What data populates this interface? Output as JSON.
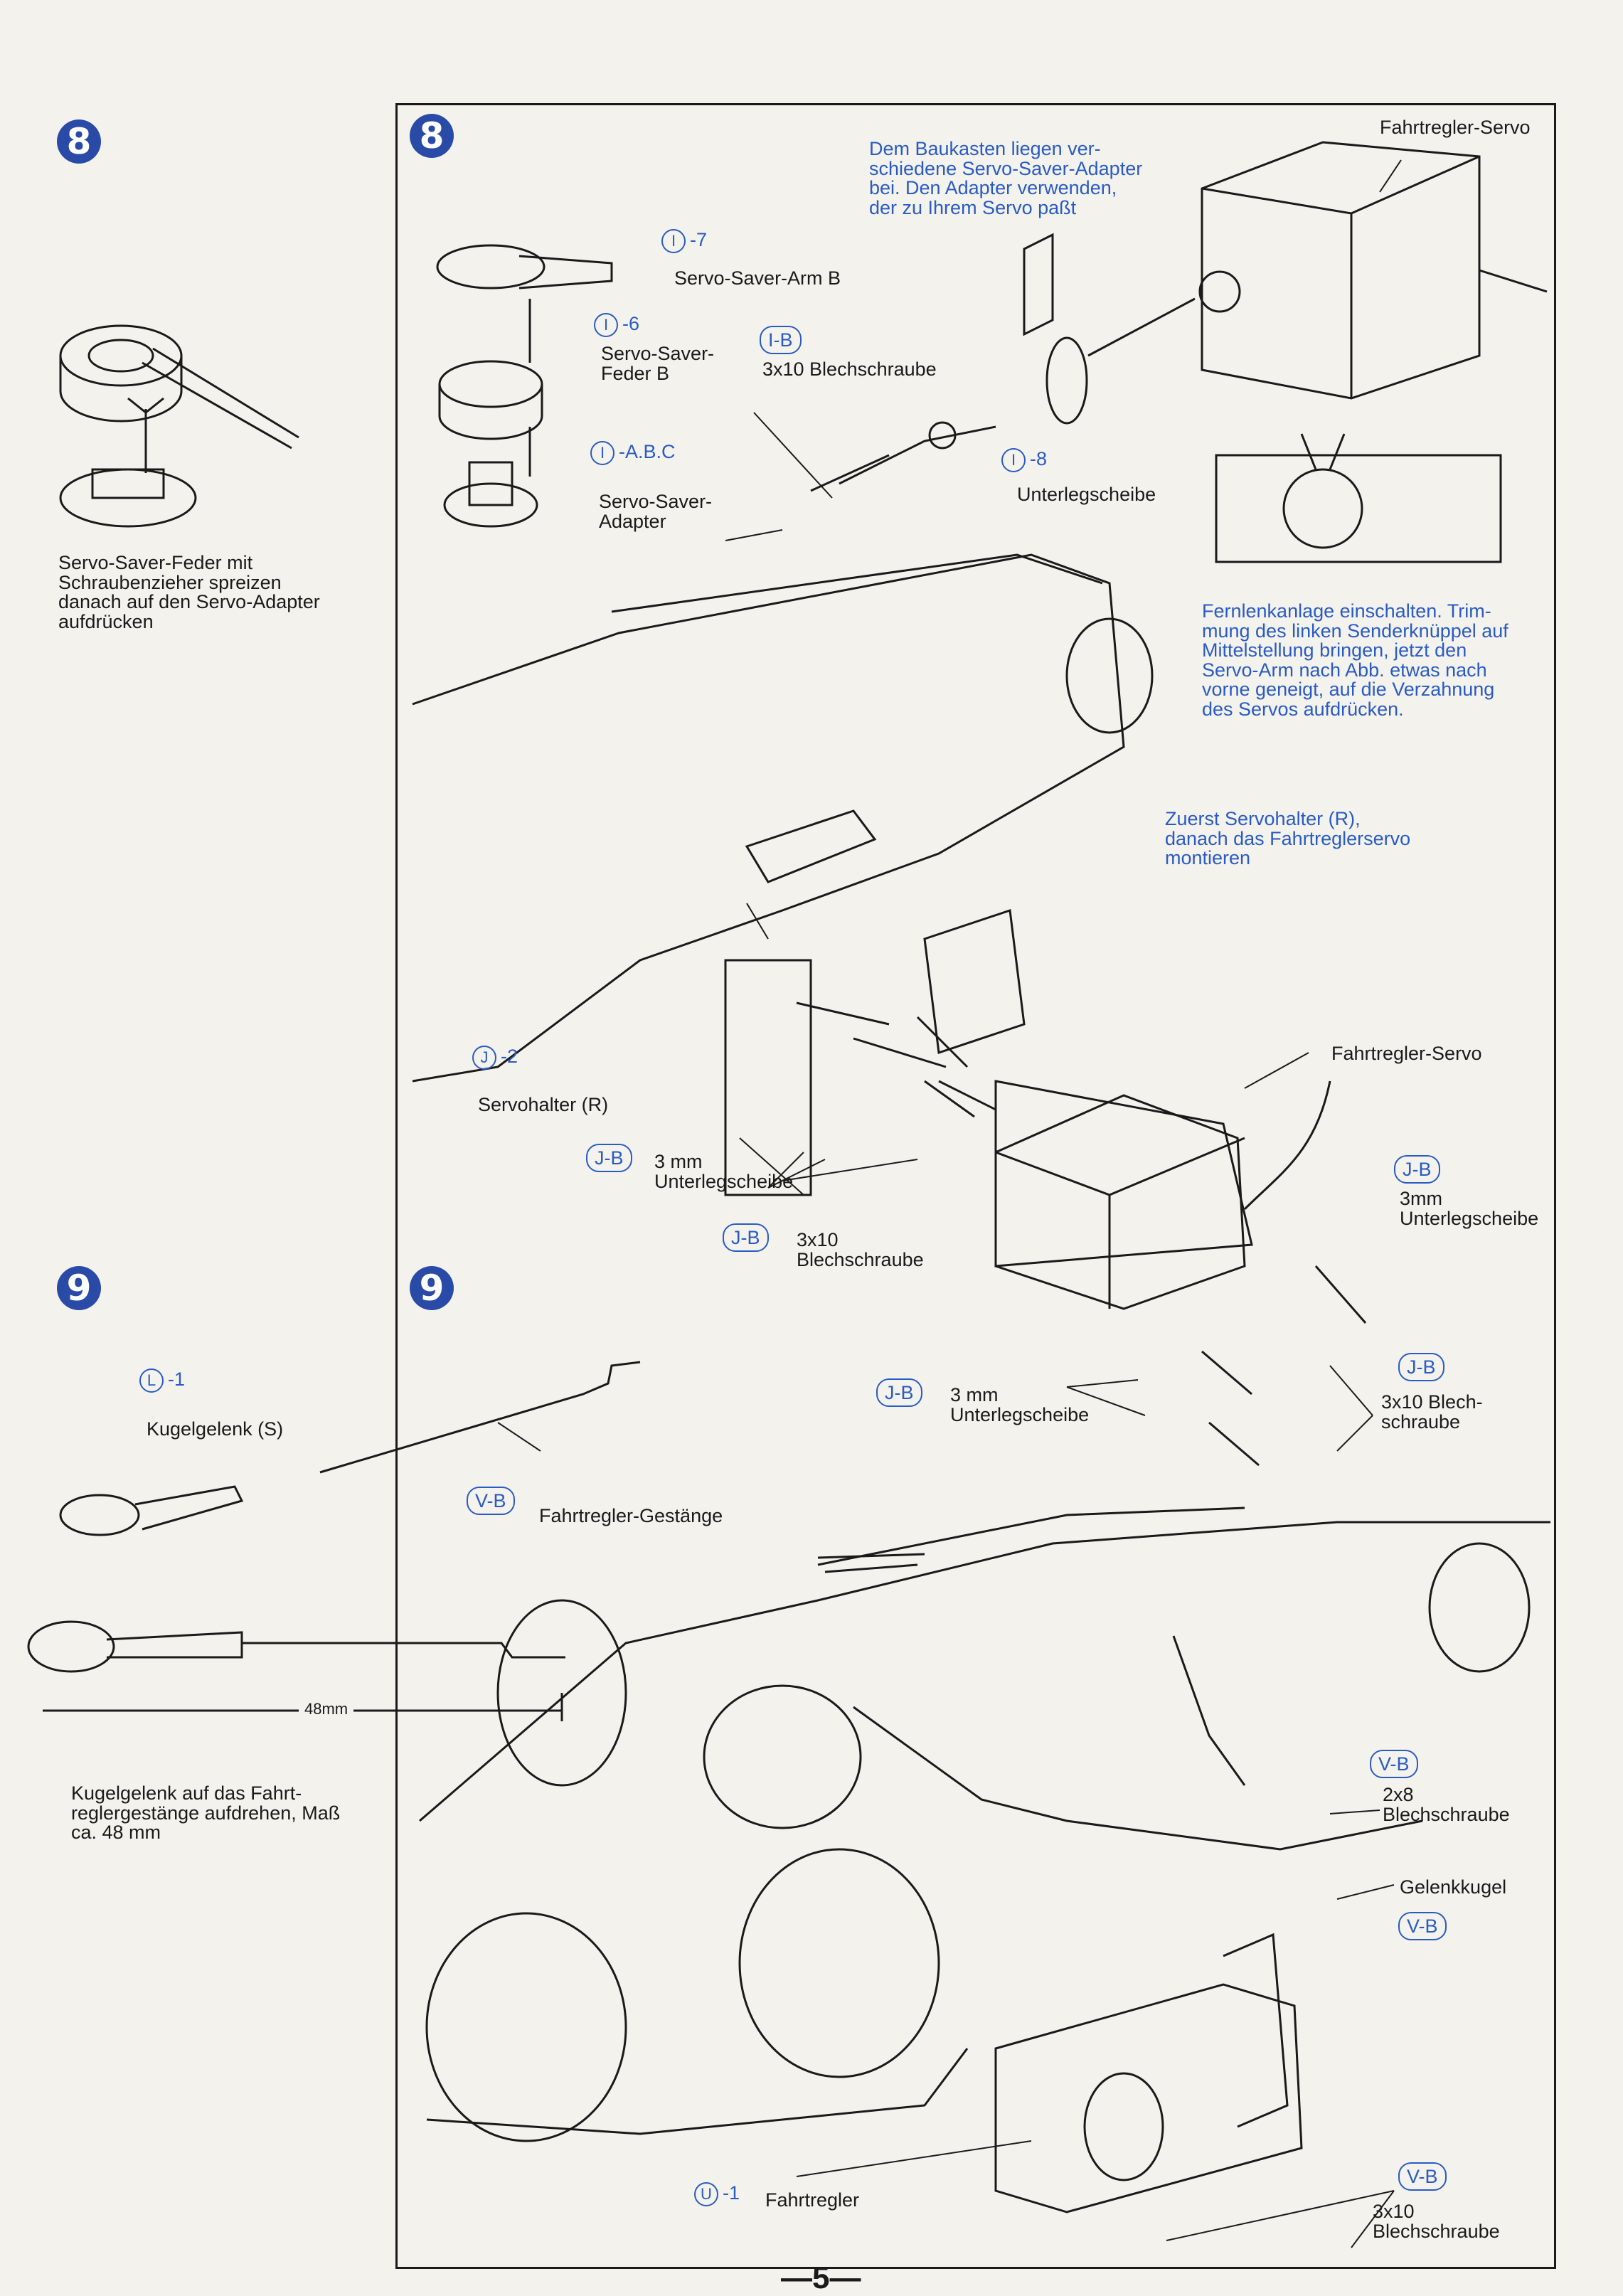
{
  "steps": {
    "step8": "8",
    "step9": "9"
  },
  "left8": {
    "caption": [
      "Servo-Saver-Feder mit",
      "Schraubenzieher spreizen",
      "danach auf den Servo-Adapter",
      "aufdrücken"
    ]
  },
  "main8": {
    "note_adapter": [
      "Dem Baukasten liegen ver-",
      "schiedene Servo-Saver-Adapter",
      "bei. Den Adapter verwenden,",
      "der zu Ihrem Servo paßt"
    ],
    "fahrtregler_servo_top": "Fahrtregler-Servo",
    "i7": {
      "code": "I",
      "num": "-7",
      "label": "Servo-Saver-Arm B"
    },
    "i6": {
      "code": "I",
      "num": "-6",
      "label": [
        "Servo-Saver-",
        "Feder B"
      ]
    },
    "iabc": {
      "code": "I",
      "num": "-A.B.C",
      "label": [
        "Servo-Saver-",
        "Adapter"
      ]
    },
    "ib": {
      "code": "I-B",
      "label": "3x10 Blechschraube"
    },
    "i8": {
      "code": "I",
      "num": "-8",
      "label": "Unterlegscheibe"
    },
    "note_trim": [
      "Fernlenkanlage einschalten. Trim-",
      "mung des linken Senderknüppel auf",
      "Mittelstellung bringen, jetzt den",
      "Servo-Arm nach Abb. etwas nach",
      "vorne geneigt, auf die Verzahnung",
      "des Servos aufdrücken."
    ],
    "note_holder": [
      "Zuerst Servohalter (R),",
      "danach das Fahrtreglerservo",
      "montieren"
    ],
    "j2": {
      "code": "J",
      "num": "-2",
      "label": "Servohalter (R)"
    },
    "fahrtregler_servo_mid": "Fahrtregler-Servo",
    "jb1": {
      "code": "J-B",
      "label": [
        "3 mm",
        "Unterlegscheibe"
      ]
    },
    "jb2": {
      "code": "J-B",
      "label": [
        "3x10",
        "Blechschraube"
      ]
    },
    "jb3": {
      "code": "J-B",
      "label": [
        "3mm",
        "Unterlegscheibe"
      ]
    },
    "jb4": {
      "code": "J-B",
      "label": [
        "3 mm",
        "Unterlegscheibe"
      ]
    },
    "jb5": {
      "code": "J-B",
      "label": [
        "3x10 Blech-",
        "schraube"
      ]
    }
  },
  "left9": {
    "l1": {
      "code": "L",
      "num": "-1"
    },
    "kugelgelenk": "Kugelgelenk (S)",
    "vb": {
      "code": "V-B",
      "label": "Fahrtregler-Gestänge"
    },
    "measure": "48mm",
    "caption": [
      "Kugelgelenk auf das Fahrt-",
      "reglergestänge aufdrehen, Maß",
      "ca. 48 mm"
    ]
  },
  "main9": {
    "vb1": {
      "code": "V-B",
      "label": [
        "2x8",
        "Blechschraube"
      ]
    },
    "gelenkkugel": "Gelenkkugel",
    "vb2": {
      "code": "V-B"
    },
    "u1": {
      "code": "U",
      "num": "-1",
      "label": "Fahrtregler"
    },
    "vb3": {
      "code": "V-B",
      "label": [
        "3x10",
        "Blechschraube"
      ]
    }
  },
  "page_number": "—5—",
  "colors": {
    "accent": "#2a5bc4",
    "badge": "#2a4aa8",
    "ink": "#1a1a1a",
    "paper": "#f4f2ec"
  }
}
